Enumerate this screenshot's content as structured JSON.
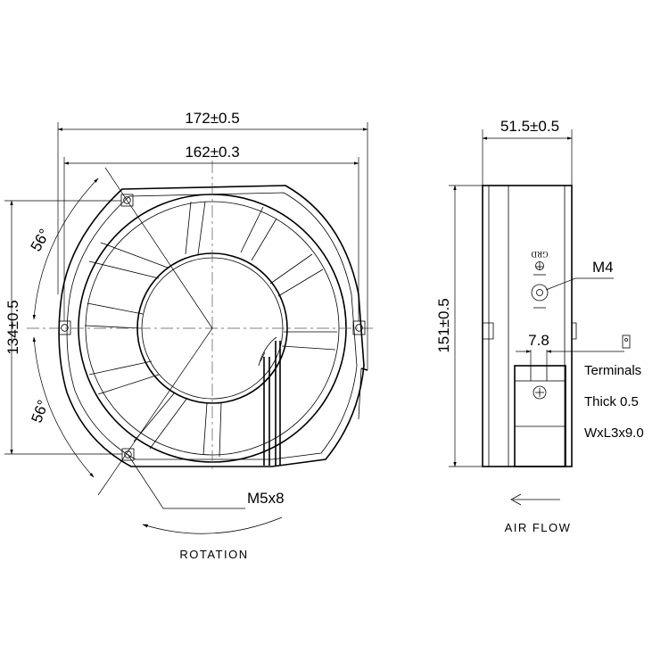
{
  "front_view": {
    "dim_overall_width": "172±0.5",
    "dim_mount_width": "162±0.3",
    "dim_mount_height": "134±0.5",
    "angle_upper": "56°",
    "angle_lower": "56°",
    "screw_label": "M5x8",
    "rotation_label": "ROTATION"
  },
  "side_view": {
    "dim_depth": "51.5±0.5",
    "dim_height": "151±0.5",
    "ground_label": "GRD",
    "ground_screw": "M4",
    "terminal_spacing": "7.8",
    "terminals_label": "Terminals",
    "terminal_thickness": "Thick 0.5",
    "terminal_size": "WxL3x9.0",
    "airflow_label": "AIR FLOW"
  }
}
